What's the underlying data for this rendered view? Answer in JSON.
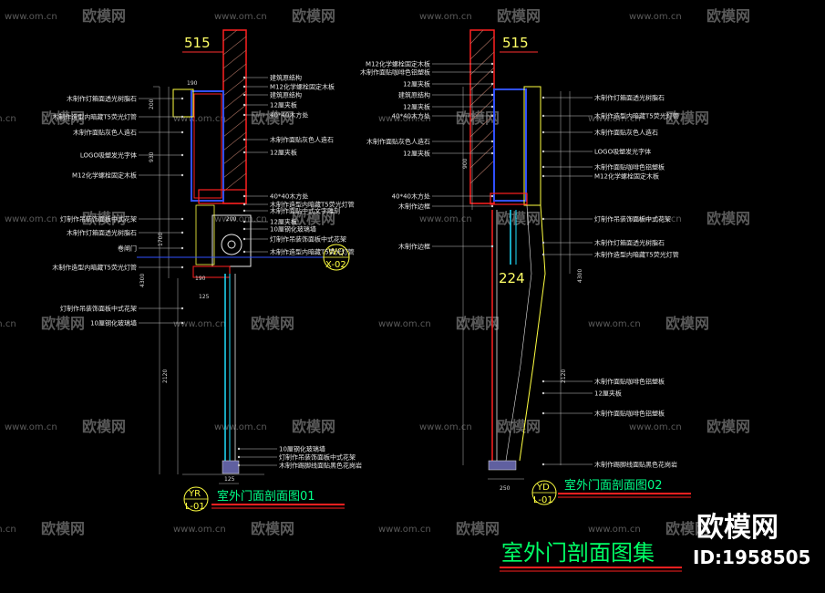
{
  "watermark": {
    "brand": "欧模网",
    "url": "www.om.cn"
  },
  "left_section": {
    "dim_top": "515",
    "tag": {
      "top": "YR",
      "bottom": "L-01"
    },
    "title": "室外门面剖面图01",
    "callout": {
      "top": "WQ",
      "bottom": "X-02"
    },
    "labels_right": [
      "建筑原结构",
      "M12化学螺栓固定木板",
      "建筑原结构",
      "12厘夹板",
      "40*40木方处",
      "木制作面贴灰色人造石",
      "12厘夹板",
      "40*40木方处",
      "木制作造型内暗藏T5荧光灯管",
      "木制作面贴中式文字雕刻",
      "12厘夹板",
      "10厘钢化玻璃墙",
      "灯制作吊装饰面板中式花架",
      "木制作造型内暗藏T5荧光灯管"
    ],
    "labels_left": [
      "木制作灯箱面透光树脂石",
      "木制作造型内暗藏T5荧光灯管",
      "木制作面贴灰色人造石",
      "LOGO吸塑发光字体",
      "M12化学螺栓固定木板",
      "灯制作吊装饰面板中式花架",
      "木制作灯箱面透光树脂石",
      "卷闸门",
      "木制作造型内暗藏T5荧光灯管",
      "灯制作吊装饰面板中式花架",
      "10厘钢化玻璃墙"
    ],
    "labels_bottom": [
      "10厘钢化玻璃墙",
      "灯制作吊装饰面板中式花架",
      "木制作踢脚线面贴黑色花岗岩"
    ],
    "dims": [
      "190",
      "200",
      "930",
      "2120",
      "4300",
      "1700",
      "200",
      "125",
      "190",
      "125"
    ]
  },
  "right_section": {
    "dim_top": "515",
    "dim_mid": "224",
    "tag": {
      "top": "YD",
      "bottom": "L-01"
    },
    "title": "室外门面剖面图02",
    "labels_left": [
      "M12化学螺栓固定木板",
      "木制作面贴咖啡色铝塑板",
      "12厘夹板",
      "建筑原结构",
      "12厘夹板",
      "40*40木方处",
      "木制作面贴灰色人造石",
      "12厘夹板",
      "40*40木方处",
      "木制作边框",
      "木制作边框"
    ],
    "labels_right": [
      "木制作灯箱面透光树脂石",
      "木制作造型内暗藏T5荧光灯管",
      "木制作面贴灰色人造石",
      "LOGO吸塑发光字体",
      "木制作面贴咖啡色铝塑板",
      "M12化学螺栓固定木板",
      "灯制作吊装饰面板中式花架",
      "木制作灯箱面透光树脂石",
      "木制作造型内暗藏T5荧光灯管",
      "木制作面贴咖啡色铝塑板",
      "12厘夹板",
      "木制作面贴咖啡色铝塑板",
      "木制作踢脚线面贴黑色花岗岩"
    ],
    "dims": [
      "900",
      "4300",
      "2120",
      "250"
    ]
  },
  "main_title": "室外门剖面图集",
  "brand_logo": "欧模网",
  "brand_id": "ID:1958505",
  "colors": {
    "red": "#ff2020",
    "yellow": "#ffff40",
    "cyan": "#20e0ff",
    "green": "#00ff66",
    "blue": "#3050ff",
    "white": "#e8e8e8"
  }
}
